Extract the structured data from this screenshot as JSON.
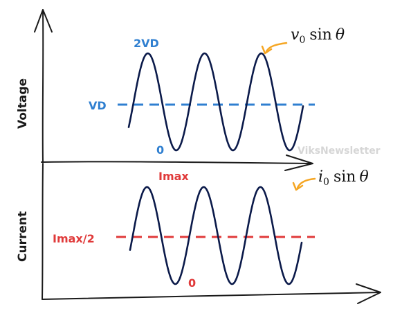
{
  "colors": {
    "axis": "#1a1a1a",
    "wave": "#0b1a4a",
    "voltage_accent": "#2f7fd0",
    "current_accent": "#e03a3a",
    "callout": "#f5a623",
    "watermark": "#d6d6d6"
  },
  "voltage_panel": {
    "axis_label": "Voltage",
    "max_label": "2VD",
    "mid_label": "VD",
    "min_label": "0",
    "formula_var": "v",
    "formula_sub": "0",
    "formula_func": "sin",
    "formula_arg": "θ",
    "watermark": "ViksNewsletter"
  },
  "current_panel": {
    "axis_label": "Current",
    "max_label": "Imax",
    "mid_label": "Imax/2",
    "min_label": "0",
    "formula_var": "i",
    "formula_sub": "0",
    "formula_func": "sin",
    "formula_arg": "θ"
  }
}
